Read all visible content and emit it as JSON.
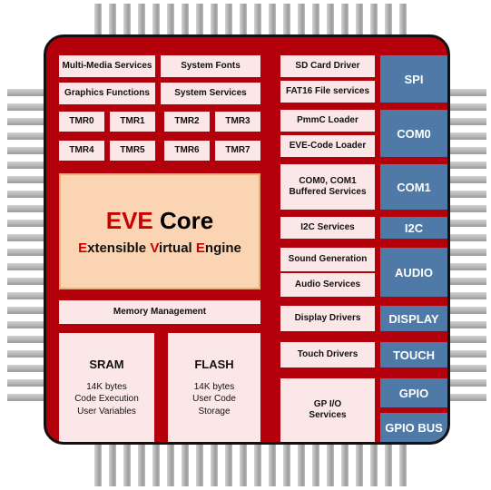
{
  "left": {
    "top_row1": [
      "Multi-Media Services",
      "System Fonts"
    ],
    "top_row2": [
      "Graphics Functions",
      "System Services"
    ],
    "timers_row1": [
      "TMR0",
      "TMR1",
      "TMR2",
      "TMR3"
    ],
    "timers_row2": [
      "TMR4",
      "TMR5",
      "TMR6",
      "TMR7"
    ],
    "core": {
      "title_red": "EVE",
      "title_black": " Core",
      "subtitle_parts": [
        {
          "text": "E",
          "red": true
        },
        {
          "text": "xtensible ",
          "red": false
        },
        {
          "text": "V",
          "red": true
        },
        {
          "text": "irtual ",
          "red": false
        },
        {
          "text": "E",
          "red": true
        },
        {
          "text": "ngine",
          "red": false
        }
      ]
    },
    "memory_management": "Memory Management",
    "sram": {
      "title": "SRAM",
      "lines": [
        "14K bytes",
        "Code Execution",
        "User Variables"
      ]
    },
    "flash": {
      "title": "FLASH",
      "lines": [
        "14K bytes",
        "User Code",
        "Storage"
      ]
    }
  },
  "right": {
    "spi": {
      "services": [
        "SD Card Driver",
        "FAT16 File services"
      ],
      "port": "SPI"
    },
    "com0": {
      "services": [
        "PmmC Loader",
        "EVE-Code Loader"
      ],
      "port": "COM0"
    },
    "com1": {
      "services": [
        "COM0, COM1\nBuffered Services"
      ],
      "port": "COM1"
    },
    "i2c": {
      "services": [
        "I2C Services"
      ],
      "port": "I2C"
    },
    "audio": {
      "services": [
        "Sound Generation",
        "Audio Services"
      ],
      "port": "AUDIO"
    },
    "display": {
      "services": [
        "Display Drivers"
      ],
      "port": "DISPLAY"
    },
    "touch": {
      "services": [
        "Touch Drivers"
      ],
      "port": "TOUCH"
    },
    "gpio": {
      "services": [
        "GP I/O\nServices"
      ],
      "ports": [
        "GPIO",
        "GPIO BUS"
      ]
    }
  },
  "colors": {
    "chip_red": "#b3000a",
    "block_pink": "#fbe7e8",
    "port_blue": "#4f79a6",
    "core_orange": "#fbd5b3",
    "accent_red": "#c80000"
  }
}
